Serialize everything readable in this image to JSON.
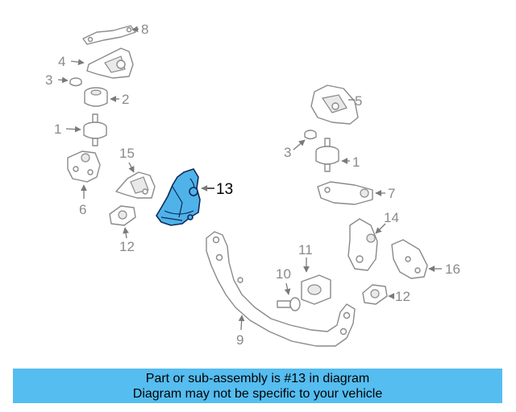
{
  "diagram": {
    "callouts": {
      "c1a": "1",
      "c1b": "1",
      "c2": "2",
      "c3a": "3",
      "c3b": "3",
      "c4": "4",
      "c5": "5",
      "c6": "6",
      "c7": "7",
      "c8": "8",
      "c9": "9",
      "c10": "10",
      "c11": "11",
      "c12a": "12",
      "c12b": "12",
      "c13": "13",
      "c14": "14",
      "c15": "15",
      "c16": "16"
    },
    "highlight_color": "#4fb3ea"
  },
  "banner": {
    "line1": "Part or sub-assembly is #13 in diagram",
    "line2": "Diagram may not be specific to your vehicle",
    "color": "#55bdf0"
  }
}
